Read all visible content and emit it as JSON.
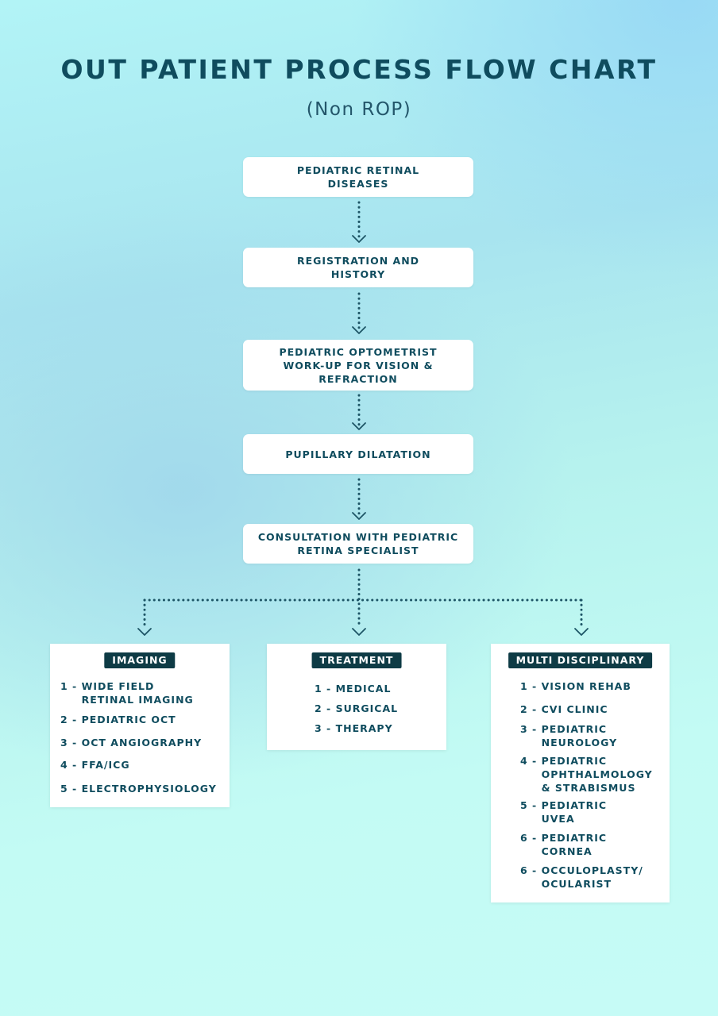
{
  "title": "OUT PATIENT PROCESS FLOW CHART",
  "subtitle": "(Non ROP)",
  "steps": [
    {
      "lines": [
        "PEDIATRIC RETINAL",
        "DISEASES"
      ]
    },
    {
      "lines": [
        "REGISTRATION AND",
        "HISTORY"
      ]
    },
    {
      "lines": [
        "PEDIATRIC OPTOMETRIST",
        "WORK-UP FOR VISION &",
        "REFRACTION"
      ]
    },
    {
      "lines": [
        "PUPILLARY DILATATION"
      ]
    },
    {
      "lines": [
        "CONSULTATION WITH PEDIATRIC",
        "RETINA SPECIALIST"
      ]
    }
  ],
  "branches": {
    "imaging": {
      "heading": "IMAGING",
      "items": [
        {
          "num": "1 -",
          "lines": [
            "WIDE FIELD",
            "RETINAL IMAGING"
          ]
        },
        {
          "num": "2 -",
          "lines": [
            "PEDIATRIC OCT"
          ]
        },
        {
          "num": "3 -",
          "lines": [
            "OCT ANGIOGRAPHY"
          ]
        },
        {
          "num": "4 -",
          "lines": [
            "FFA/ICG"
          ]
        },
        {
          "num": "5 -",
          "lines": [
            "ELECTROPHYSIOLOGY"
          ]
        }
      ]
    },
    "treatment": {
      "heading": "TREATMENT",
      "items": [
        {
          "num": "1 -",
          "lines": [
            "MEDICAL"
          ]
        },
        {
          "num": "2 -",
          "lines": [
            "SURGICAL"
          ]
        },
        {
          "num": "3 -",
          "lines": [
            "THERAPY"
          ]
        }
      ]
    },
    "multi": {
      "heading": "MULTI DISCIPLINARY",
      "items": [
        {
          "num": "1 -",
          "lines": [
            "VISION REHAB"
          ]
        },
        {
          "num": "2 -",
          "lines": [
            "CVI CLINIC"
          ]
        },
        {
          "num": "3 -",
          "lines": [
            "PEDIATRIC",
            "NEUROLOGY"
          ]
        },
        {
          "num": "4 -",
          "lines": [
            "PEDIATRIC",
            "OPHTHALMOLOGY",
            "& STRABISMUS"
          ]
        },
        {
          "num": "5 -",
          "lines": [
            "PEDIATRIC",
            "UVEA"
          ]
        },
        {
          "num": "6 -",
          "lines": [
            "PEDIATRIC",
            "CORNEA"
          ]
        },
        {
          "num": "6 -",
          "lines": [
            "OCCULOPLASTY/",
            "OCULARIST"
          ]
        }
      ]
    }
  },
  "colors": {
    "ink": "#0f4c5e",
    "header_bg": "#0e3b45",
    "connector": "#1d5566"
  }
}
